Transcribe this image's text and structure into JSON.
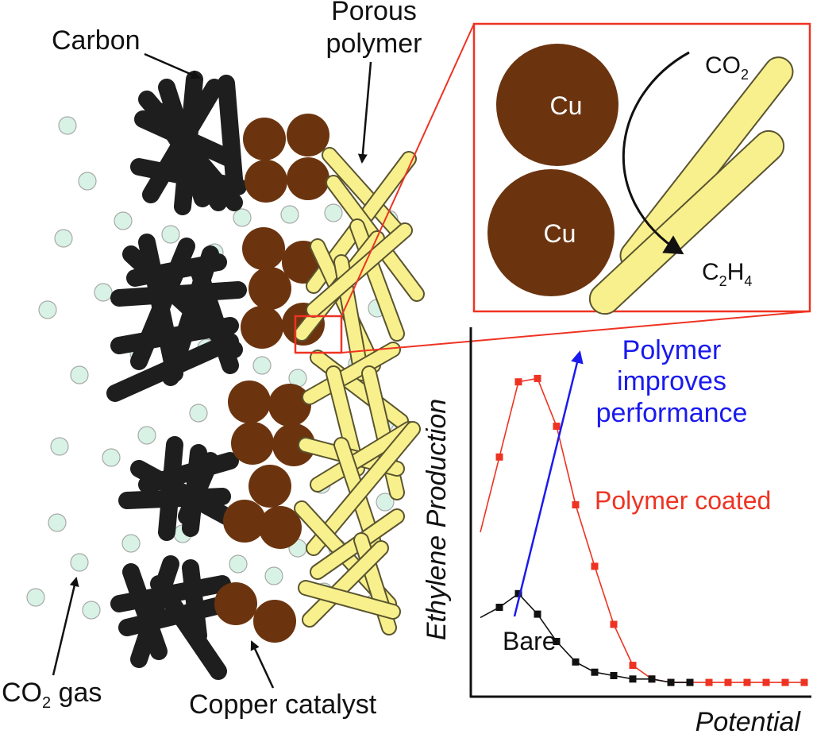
{
  "labels": {
    "carbon": "Carbon",
    "porous_line1": "Porous",
    "porous_line2": "polymer",
    "co2_gas_main": "CO",
    "co2_gas_sub": "2",
    "co2_gas_rest": " gas",
    "copper_catalyst": "Copper catalyst"
  },
  "inset": {
    "cu_top": "Cu",
    "cu_bottom": "Cu",
    "co2_main": "CO",
    "co2_sub": "2",
    "c2h4_c": "C",
    "c2h4_sub1": "2",
    "c2h4_h": "H",
    "c2h4_sub2": "4"
  },
  "chart_data": {
    "type": "line",
    "xlabel": "Potential",
    "ylabel": "Ethylene Production",
    "series": [
      {
        "name": "Polymer coated",
        "color": "#ee3322",
        "values": [
          0.47,
          0.69,
          0.91,
          0.92,
          0.78,
          0.55,
          0.37,
          0.2,
          0.08,
          0.04,
          0.03,
          0.03,
          0.03,
          0.03,
          0.03,
          0.03,
          0.03,
          0.03
        ]
      },
      {
        "name": "Bare",
        "color": "#111111",
        "values": [
          0.22,
          0.25,
          0.29,
          0.23,
          0.15,
          0.09,
          0.06,
          0.05,
          0.04,
          0.04,
          0.03,
          0.03
        ]
      }
    ],
    "annotations": {
      "trend_line1": "Polymer",
      "trend_line2": "improves",
      "trend_line3": "performance",
      "trend_color": "#1a1aee"
    }
  },
  "colors": {
    "carbon": "#1e1e1e",
    "copper": "#6b340f",
    "polymer_fill": "#f8f08c",
    "polymer_stroke": "#5a5430",
    "gas_fill": "#d8f3e6",
    "highlight": "#ee3322"
  }
}
